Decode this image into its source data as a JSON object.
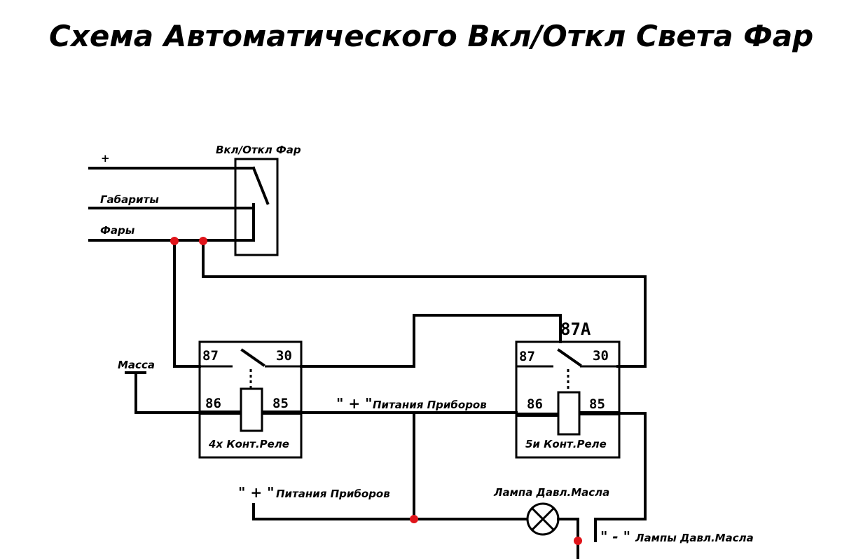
{
  "title": "Схема Автоматического Вкл/Откл Света Фар",
  "inputs": {
    "plus": "+",
    "gabarity": "Габариты",
    "fary": "Фары"
  },
  "switch": {
    "label": "Вкл/Откл Фар"
  },
  "massa": "Масса",
  "relay1": {
    "label": "4х Конт.Реле",
    "pin87": "87",
    "pin30": "30",
    "pin86": "86",
    "pin85": "85"
  },
  "relay2": {
    "label": "5и Конт.Реле",
    "pin87": "87",
    "pin87a": "87A",
    "pin30": "30",
    "pin86": "86",
    "pin85": "85"
  },
  "power_label_top": {
    "quote": "\" + \"",
    "text": "Питания Приборов"
  },
  "power_label_bottom": {
    "quote": "\" + \"",
    "text": "Питания Приборов"
  },
  "lamp": {
    "label": "Лампа Давл.Масла"
  },
  "lamp_minus": {
    "quote": "\" - \"",
    "text": "Лампы Давл.Масла"
  },
  "colors": {
    "junction": "#e0141a",
    "wire": "#000000"
  }
}
